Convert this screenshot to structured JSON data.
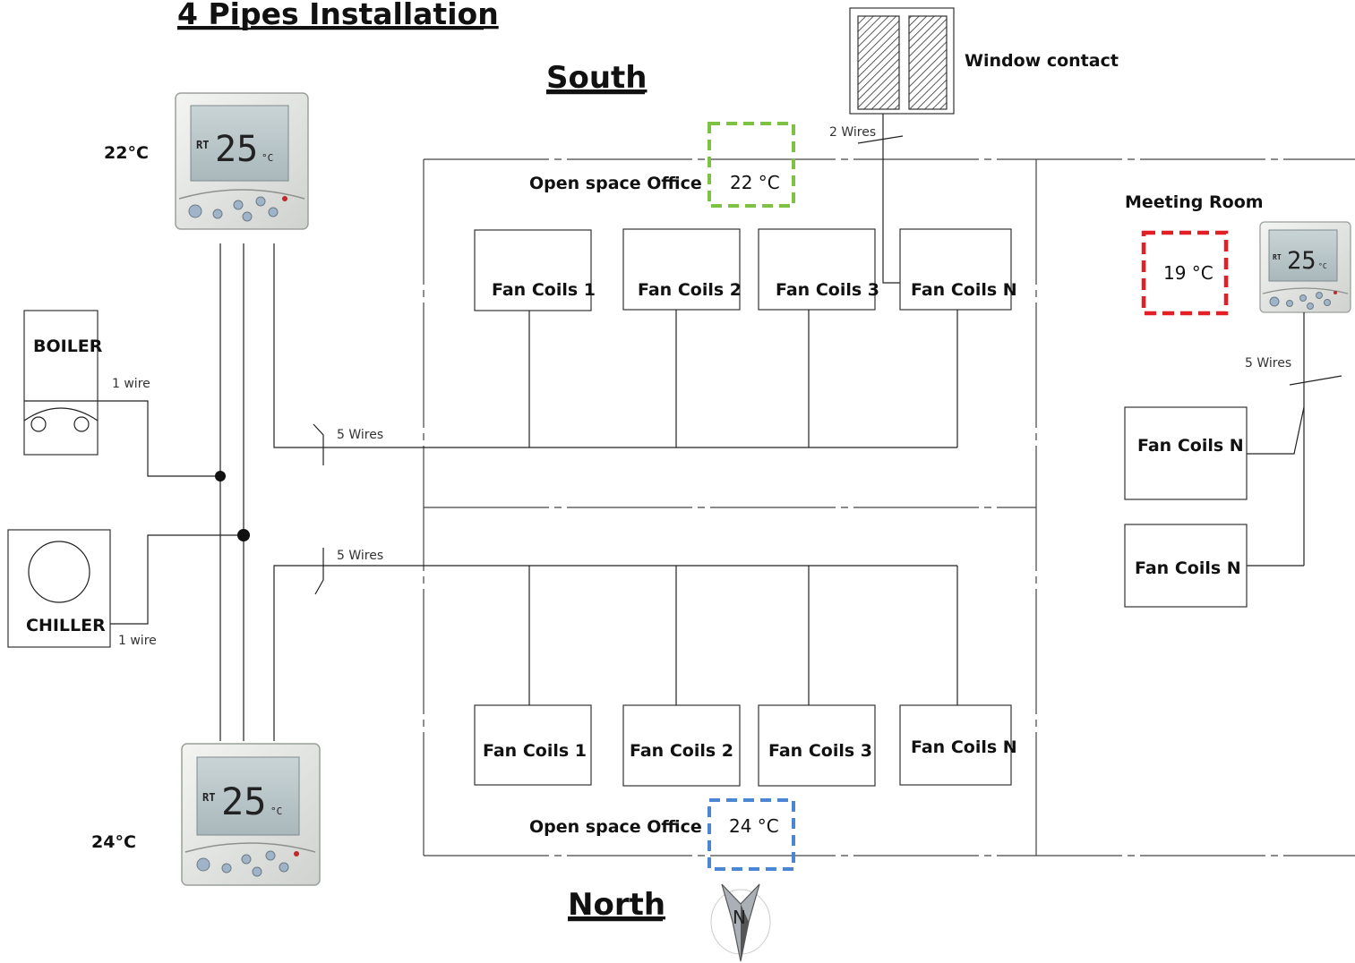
{
  "title": "4 Pipes Installation",
  "headings": {
    "south": "South",
    "north": "North"
  },
  "colors": {
    "green": "#7dc242",
    "blue": "#4a86d4",
    "red": "#e31e24"
  },
  "thermostats": [
    {
      "temp_label": "22°C",
      "display_value": "25",
      "mode": "RT",
      "unit": "°C"
    },
    {
      "temp_label": "24°C",
      "display_value": "25",
      "mode": "RT",
      "unit": "°C"
    },
    {
      "display_value": "25",
      "mode": "RT",
      "unit": "°C"
    }
  ],
  "equipment": {
    "boiler": "BOILER",
    "chiller": "CHILLER",
    "window_contact": "Window contact"
  },
  "wires": {
    "boiler": "1 wire",
    "chiller": "1 wire",
    "south": "5 Wires",
    "north": "5 Wires",
    "window": "2 Wires",
    "meeting": "5 Wires"
  },
  "rooms": {
    "south_office": {
      "label": "Open space Office",
      "temp": "22 °C"
    },
    "north_office": {
      "label": "Open space Office",
      "temp": "24 °C"
    },
    "meeting": {
      "label": "Meeting Room",
      "temp": "19 °C"
    }
  },
  "fan_coils": {
    "south": [
      "Fan Coils 1",
      "Fan Coils 2",
      "Fan Coils 3",
      "Fan Coils N"
    ],
    "north": [
      "Fan Coils 1",
      "Fan Coils 2",
      "Fan Coils 3",
      "Fan Coils N"
    ],
    "meeting": [
      "Fan Coils N",
      "Fan Coils N"
    ]
  },
  "compass": "N"
}
